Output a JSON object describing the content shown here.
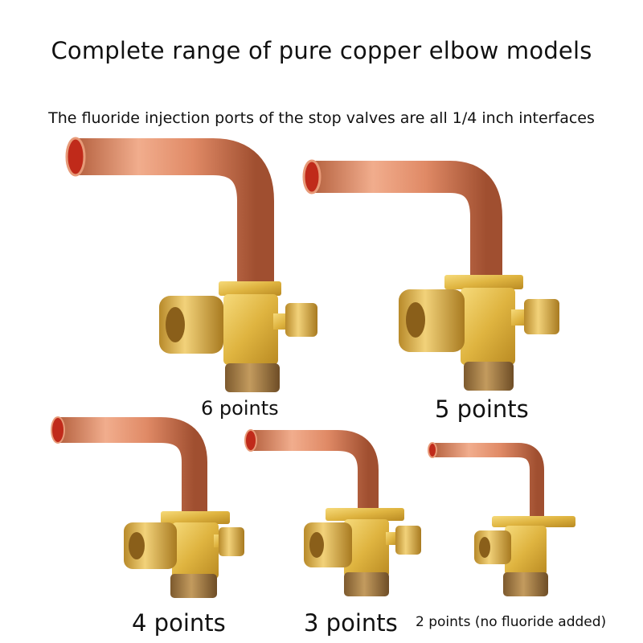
{
  "title": "Complete range of pure copper elbow models",
  "subtitle": "The fluoride injection ports of the stop valves are all 1/4 inch interfaces",
  "labels": {
    "six": "6 points",
    "five": "5 points",
    "four": "4 points",
    "three": "3 points",
    "two": "2 points (no fluoride added)"
  },
  "colors": {
    "copper": "#d9835f",
    "brass": "#e0b640",
    "pipe_opening": "#c81e1e"
  }
}
